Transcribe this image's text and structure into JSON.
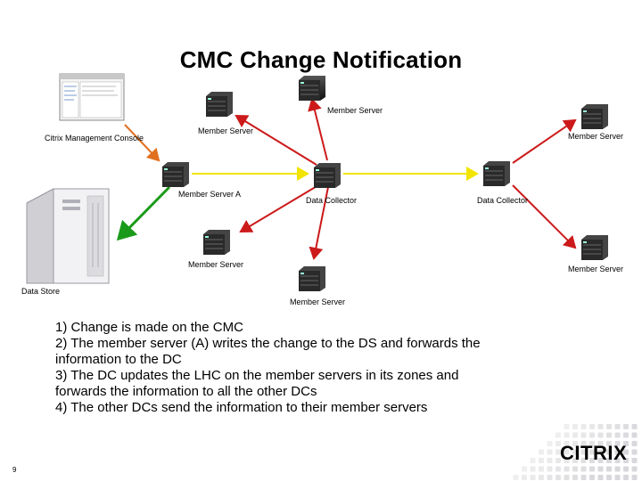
{
  "title": "CMC Change Notification",
  "labels": {
    "member_server_top": "Member Server",
    "citrix_console": "Citrix Management Console",
    "member_server_left": "Member Server",
    "member_server_right_top": "Member Server",
    "member_server_a": "Member Server A",
    "data_collector_1": "Data Collector",
    "data_collector_2": "Data Collector",
    "member_server_lower_left": "Member Server",
    "member_server_lower_right": "Member Server",
    "data_store": "Data Store",
    "member_server_bottom": "Member Server"
  },
  "steps": [
    "1)  Change is made on the CMC",
    "2) The member server (A) writes the change to the DS and forwards the",
    "      information to the DC",
    "3)  The DC updates the LHC on the member servers in its zones and",
    "      forwards the information to all the other DCs",
    "4) The other DCs send the information to their member servers"
  ],
  "footer": {
    "page_number": "9",
    "logo": "CITRIX"
  },
  "colors": {
    "red_arrow": "#cc1a1a",
    "yellow_link": "#f2e400",
    "green_arrow": "#1a9a1a",
    "orange_arrow": "#e07020",
    "server": "#2a2a2a"
  }
}
